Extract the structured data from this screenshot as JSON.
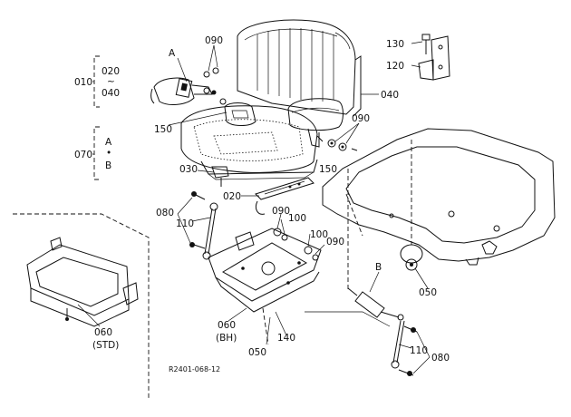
{
  "labels": {
    "p010": "010",
    "p020_top": "020",
    "tilde": "~",
    "p040_left": "040",
    "p070": "070",
    "var_a": "A",
    "bullet": "•",
    "var_b": "B",
    "pA": "A",
    "p090_top": "090",
    "p150_left": "150",
    "p040_right": "040",
    "p130": "130",
    "p120": "120",
    "p090_right": "090",
    "p150_right": "150",
    "p030": "030",
    "p020_mid": "020",
    "p080_left": "080",
    "p110_left": "110",
    "p090_mid": "090",
    "p100_a": "100",
    "p100_b": "100",
    "p090_low": "090",
    "pB": "B",
    "p050_right": "050",
    "p060_std": "060",
    "std": "(STD)",
    "p060_bh": "060",
    "bh": "(BH)",
    "p050_bottom": "050",
    "p140": "140",
    "p110_right": "110",
    "p080_right": "080"
  },
  "reference_code": "R2401-068-12"
}
